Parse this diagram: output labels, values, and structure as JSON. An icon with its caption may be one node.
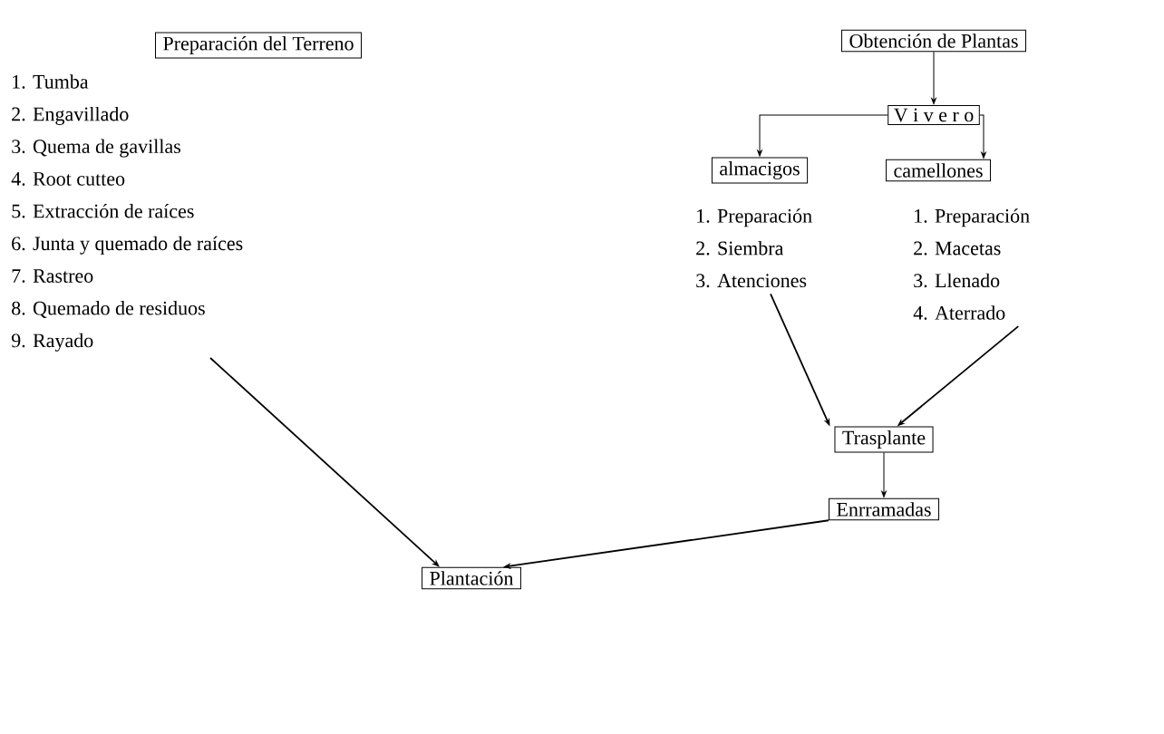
{
  "diagram": {
    "nodes": [
      {
        "text": [
          "Preparación del Terreno"
        ]
      },
      {
        "text": [
          "1. Tumba",
          "2. Engavillado",
          "3. Quema de gavillas",
          "4. Root cutteo",
          "5. Extracción de raíces",
          "6. Junta y quemado de raíces",
          "7. Rastreo",
          "8. Quemado de residuos",
          "9. Rayado"
        ]
      },
      {
        "text": [
          "Obtención de Plantas"
        ]
      },
      {
        "text": [
          "V i v e r o"
        ]
      },
      {
        "text": [
          "almacigos"
        ]
      },
      {
        "text": [
          "camellones"
        ]
      },
      {
        "text": [
          "1. Preparación",
          "2. Siembra",
          "3. Atenciones"
        ]
      },
      {
        "text": [
          "1. Preparación",
          "2. Macetas",
          "3. Llenado",
          "4. Aterrado"
        ]
      },
      {
        "text": [
          "Trasplante"
        ]
      },
      {
        "text": [
          "Enrramadas"
        ]
      },
      {
        "text": [
          "Plantación"
        ]
      }
    ],
    "edges": [
      {
        "from": 2,
        "to": 3,
        "arrow": "to"
      },
      {
        "from": 3,
        "to": 4,
        "arrow": "to"
      },
      {
        "from": 3,
        "to": 5,
        "arrow": "to"
      },
      {
        "from": 6,
        "to": 8,
        "arrow": "to"
      },
      {
        "from": 7,
        "to": 8,
        "arrow": "to"
      },
      {
        "from": 8,
        "to": 9,
        "arrow": "to"
      },
      {
        "from": 9,
        "to": 10,
        "arrow": "to"
      },
      {
        "from": 1,
        "to": 10,
        "arrow": "to"
      }
    ]
  }
}
